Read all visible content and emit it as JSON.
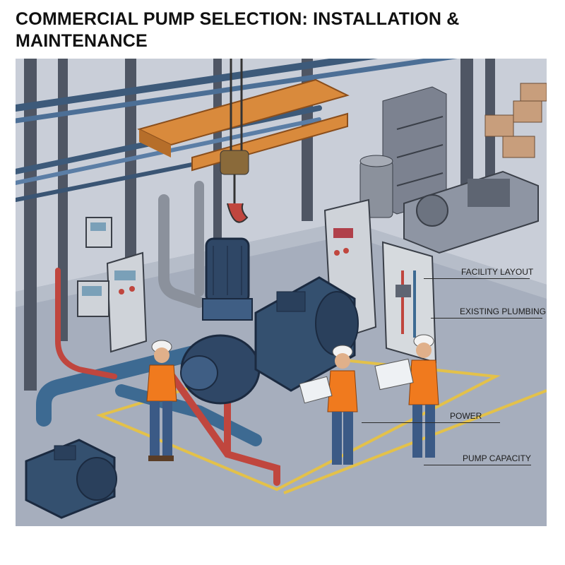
{
  "title": "COMMERCIAL PUMP SELECTION: INSTALLATION & MAINTENANCE",
  "callouts": [
    {
      "id": "facility-layout",
      "label": "FACILITY LAYOUT"
    },
    {
      "id": "existing-plumbing",
      "label": "EXISTING PLUMBING"
    },
    {
      "id": "power",
      "label": "POWER"
    },
    {
      "id": "pump-capacity",
      "label": "PUMP CAPACITY"
    }
  ],
  "colors": {
    "floor": "#a6aebd",
    "wall": "#c9ced8",
    "steel": "#4f5664",
    "pipe_blue": "#3d6a92",
    "pipe_red": "#c0463e",
    "pump_body": "#2f4766",
    "crane_beam": "#d98a3c",
    "floor_line": "#e3c14a",
    "vest": "#f07a1e",
    "panel": "#cfd3d9"
  }
}
